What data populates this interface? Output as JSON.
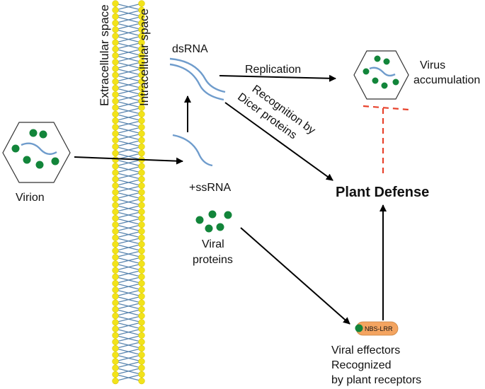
{
  "labels": {
    "extracellular": "Extracellular space",
    "intracellular": "Intracellular space",
    "dsrna": "dsRNA",
    "ssrna": "+ssRNA",
    "virion": "Virion",
    "replication": "Replication",
    "virus_accumulation_1": "Virus",
    "virus_accumulation_2": "accumulation",
    "recognition_1": "Recognition by",
    "recognition_2": "Dicer proteins",
    "plant_defense": "Plant Defense",
    "viral_proteins_1": "Viral",
    "viral_proteins_2": "proteins",
    "nbs_lrr": "NBS-LRR",
    "effectors_1": "Viral effectors",
    "effectors_2": "Recognized",
    "effectors_3": "by plant receptors"
  },
  "colors": {
    "membrane_head": "#f2e31a",
    "membrane_tail": "#5b86b0",
    "virus_particle": "#12853a",
    "rna_strand": "#6f9ccc",
    "arrow": "#000000",
    "inhibition": "#e8422c",
    "receptor": "#f4a460"
  }
}
